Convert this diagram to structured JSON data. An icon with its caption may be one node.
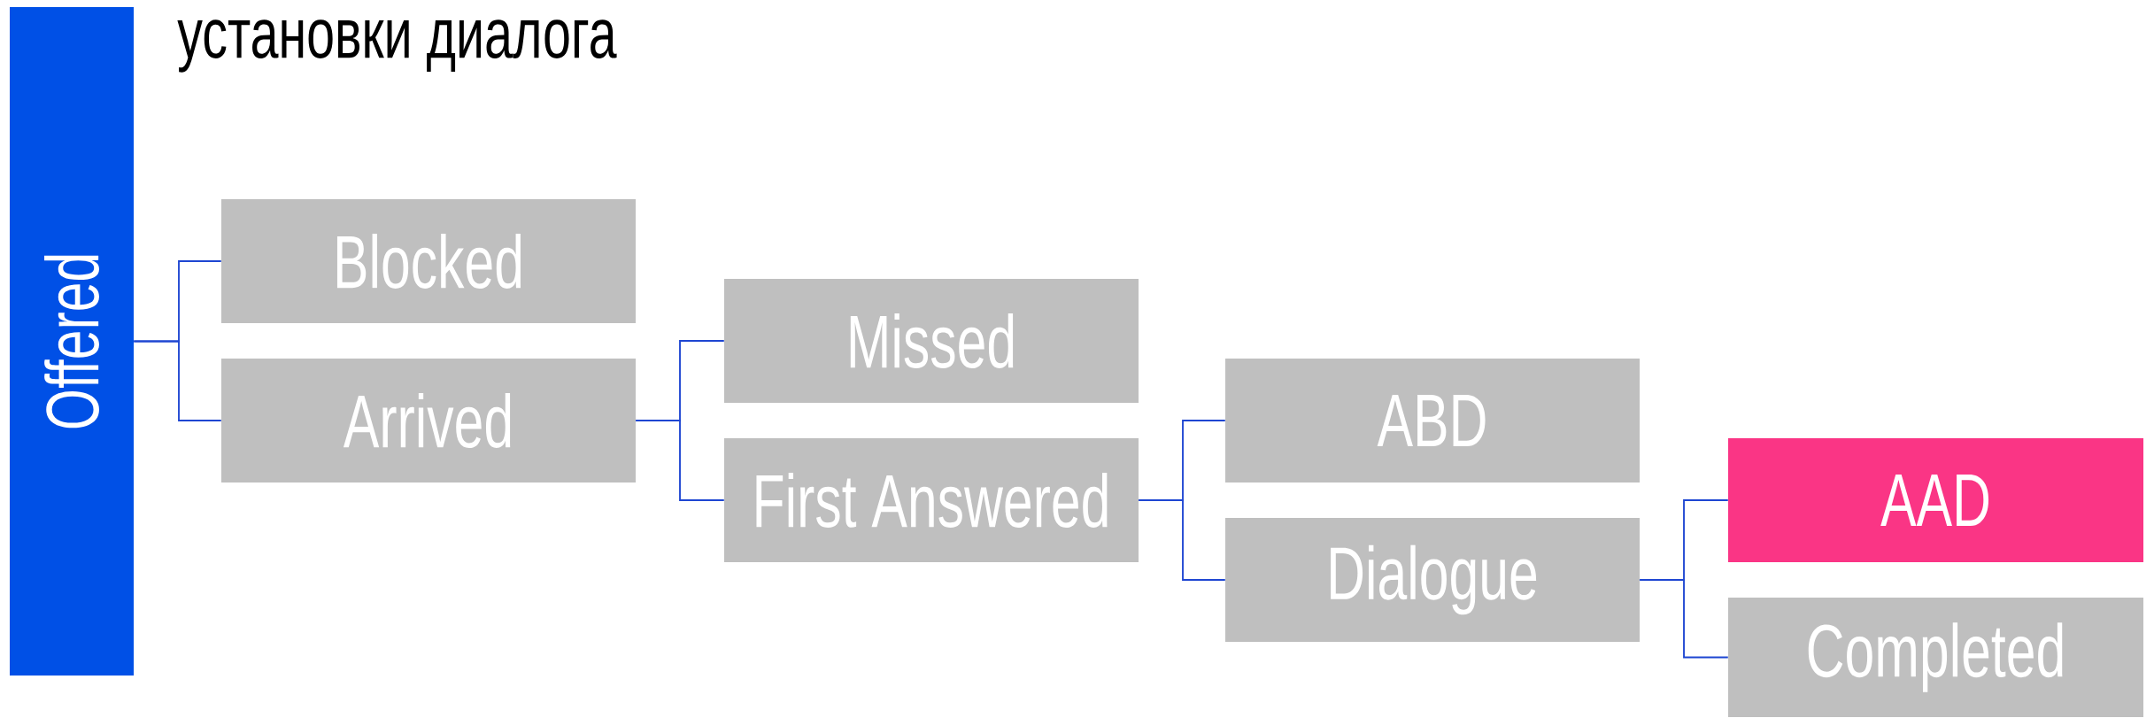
{
  "diagram": {
    "title": "установки диалога",
    "nodes": [
      {
        "text": [
          "Offered"
        ]
      },
      {
        "text": [
          "Blocked"
        ]
      },
      {
        "text": [
          "Arrived"
        ]
      },
      {
        "text": [
          "Missed"
        ]
      },
      {
        "text": [
          "First Answered"
        ]
      },
      {
        "text": [
          "ABD"
        ]
      },
      {
        "text": [
          "Dialogue"
        ]
      },
      {
        "text": [
          "AAD"
        ]
      },
      {
        "text": [
          "Completed"
        ]
      }
    ],
    "edges": [
      {
        "from": 0,
        "to": 1,
        "arrow": "none"
      },
      {
        "from": 0,
        "to": 2,
        "arrow": "none"
      },
      {
        "from": 2,
        "to": 3,
        "arrow": "none"
      },
      {
        "from": 2,
        "to": 4,
        "arrow": "none"
      },
      {
        "from": 4,
        "to": 5,
        "arrow": "none"
      },
      {
        "from": 4,
        "to": 6,
        "arrow": "none"
      },
      {
        "from": 6,
        "to": 7,
        "arrow": "none"
      },
      {
        "from": 6,
        "to": 8,
        "arrow": "none"
      }
    ]
  }
}
